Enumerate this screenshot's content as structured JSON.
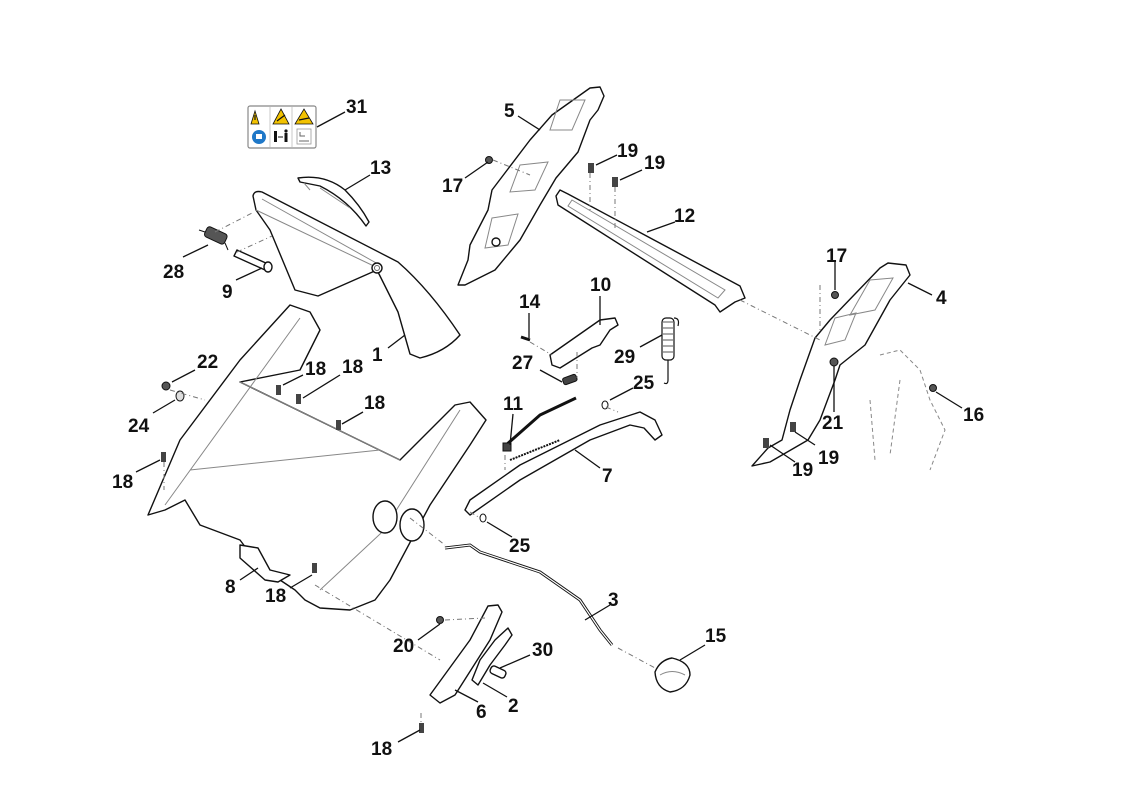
{
  "diagram": {
    "type": "exploded-parts-diagram",
    "subject": "Mower handle assembly",
    "warning_label": {
      "part_number": "31",
      "icons": [
        "warning-triangle-icon",
        "thrown-objects-warning-icon",
        "blade-hazard-warning-icon",
        "read-manual-icon",
        "keep-distance-icon",
        "disconnect-spark-plug-icon"
      ],
      "colors": {
        "warning_yellow": "#f2c200",
        "manual_blue": "#1f78c8",
        "border": "#888888"
      }
    },
    "callouts": [
      {
        "id": "c31",
        "label": "31"
      },
      {
        "id": "c13",
        "label": "13"
      },
      {
        "id": "c28",
        "label": "28"
      },
      {
        "id": "c9",
        "label": "9"
      },
      {
        "id": "c1",
        "label": "1"
      },
      {
        "id": "c5",
        "label": "5"
      },
      {
        "id": "c17a",
        "label": "17"
      },
      {
        "id": "c19a",
        "label": "19"
      },
      {
        "id": "c19b",
        "label": "19"
      },
      {
        "id": "c12",
        "label": "12"
      },
      {
        "id": "c17b",
        "label": "17"
      },
      {
        "id": "c4",
        "label": "4"
      },
      {
        "id": "c14",
        "label": "14"
      },
      {
        "id": "c10",
        "label": "10"
      },
      {
        "id": "c29",
        "label": "29"
      },
      {
        "id": "c27",
        "label": "27"
      },
      {
        "id": "c25a",
        "label": "25"
      },
      {
        "id": "c11",
        "label": "11"
      },
      {
        "id": "c7",
        "label": "7"
      },
      {
        "id": "c25b",
        "label": "25"
      },
      {
        "id": "c21",
        "label": "21"
      },
      {
        "id": "c16",
        "label": "16"
      },
      {
        "id": "c19c",
        "label": "19"
      },
      {
        "id": "c19d",
        "label": "19"
      },
      {
        "id": "c22",
        "label": "22"
      },
      {
        "id": "c24",
        "label": "24"
      },
      {
        "id": "c18a",
        "label": "18"
      },
      {
        "id": "c18b",
        "label": "18"
      },
      {
        "id": "c18c",
        "label": "18"
      },
      {
        "id": "c18d",
        "label": "18"
      },
      {
        "id": "c8",
        "label": "8"
      },
      {
        "id": "c18e",
        "label": "18"
      },
      {
        "id": "c3",
        "label": "3"
      },
      {
        "id": "c15",
        "label": "15"
      },
      {
        "id": "c20",
        "label": "20"
      },
      {
        "id": "c30",
        "label": "30"
      },
      {
        "id": "c6",
        "label": "6"
      },
      {
        "id": "c2",
        "label": "2"
      },
      {
        "id": "c18f",
        "label": "18"
      }
    ]
  }
}
